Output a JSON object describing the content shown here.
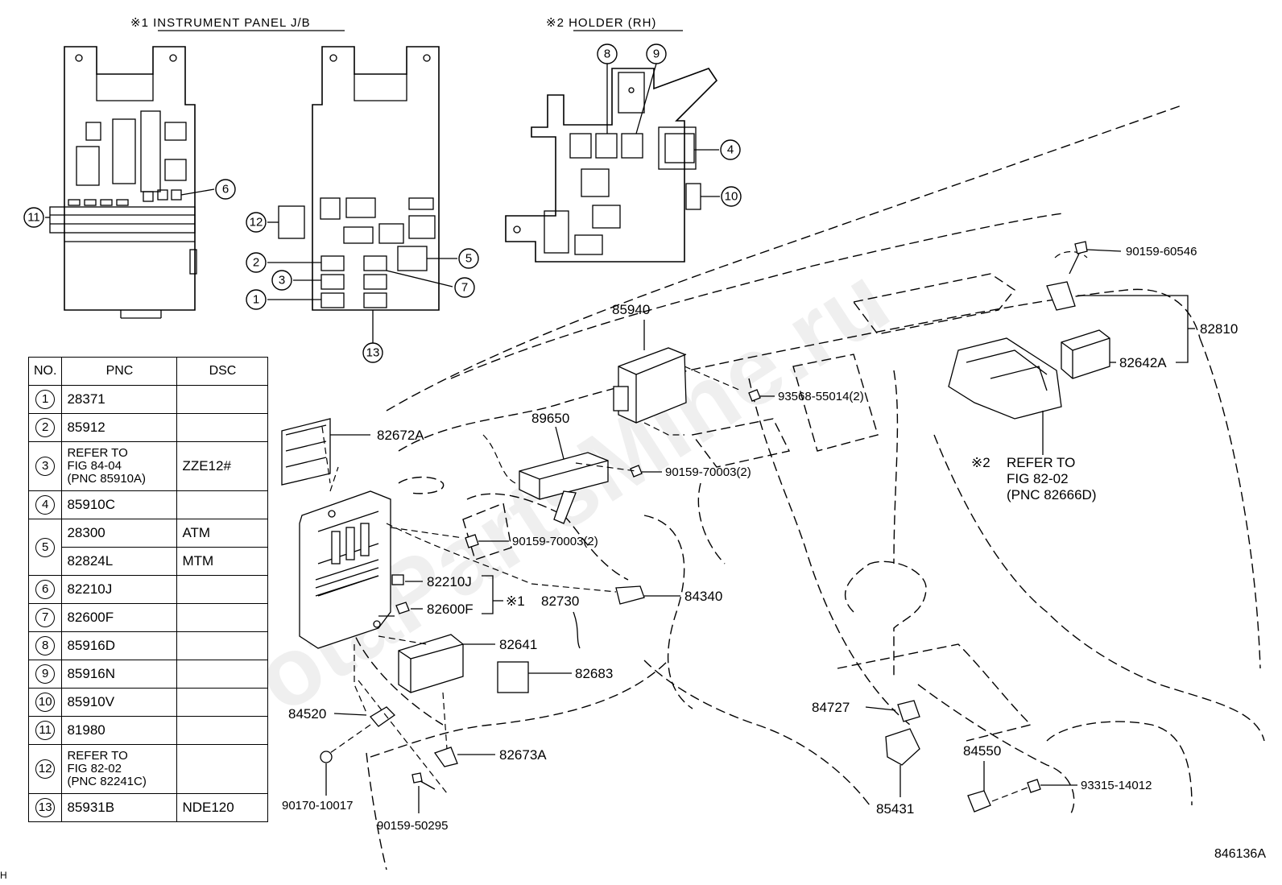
{
  "headers": {
    "instrument_panel": "※1 INSTRUMENT PANEL J/B",
    "holder": "※2 HOLDER (RH)"
  },
  "jb_callouts": [
    "1",
    "2",
    "3",
    "5",
    "6",
    "7",
    "11",
    "12",
    "13"
  ],
  "holder_callouts": [
    "4",
    "8",
    "9",
    "10"
  ],
  "part_labels": {
    "p85940": "85940",
    "p89650": "89650",
    "p82672A": "82672A",
    "p90159_70003_a": "90159-70003(2)",
    "p90159_70003_b": "90159-70003(2)",
    "p93568": "93568-55014(2)",
    "p90159_60546": "90159-60546",
    "p82810": "82810",
    "p82642A": "82642A",
    "p82210J": "82210J",
    "p82600F": "82600F",
    "mark1": "※1",
    "p82730": "82730",
    "p84340": "84340",
    "p82641": "82641",
    "p82683": "82683",
    "p84520": "84520",
    "p82673A": "82673A",
    "p90170": "90170-10017",
    "p90159_50295": "90159-50295",
    "p84727": "84727",
    "p85431": "85431",
    "p84550": "84550",
    "p93315": "93315-14012",
    "mark2": "※2",
    "refer_line1": "REFER TO",
    "refer_line2": "FIG 82-02",
    "refer_line3": "(PNC 82666D)"
  },
  "table": {
    "col_no": "NO.",
    "col_pnc": "PNC",
    "col_dsc": "DSC",
    "r1": {
      "no": "1",
      "pnc": "28371",
      "dsc": ""
    },
    "r2": {
      "no": "2",
      "pnc": "85912",
      "dsc": ""
    },
    "r3": {
      "no": "3",
      "pnc_l1": "REFER TO",
      "pnc_l2": "FIG 84-04",
      "pnc_l3": "(PNC 85910A)",
      "dsc": "ZZE12#"
    },
    "r4": {
      "no": "4",
      "pnc": "85910C",
      "dsc": ""
    },
    "r5": {
      "no": "5",
      "pnc_a": "28300",
      "dsc_a": "ATM",
      "pnc_b": "82824L",
      "dsc_b": "MTM"
    },
    "r6": {
      "no": "6",
      "pnc": "82210J",
      "dsc": ""
    },
    "r7": {
      "no": "7",
      "pnc": "82600F",
      "dsc": ""
    },
    "r8": {
      "no": "8",
      "pnc": "85916D",
      "dsc": ""
    },
    "r9": {
      "no": "9",
      "pnc": "85916N",
      "dsc": ""
    },
    "r10": {
      "no": "10",
      "pnc": "85910V",
      "dsc": ""
    },
    "r11": {
      "no": "11",
      "pnc": "81980",
      "dsc": ""
    },
    "r12": {
      "no": "12",
      "pnc_l1": "REFER TO",
      "pnc_l2": "FIG 82-02",
      "pnc_l3": "(PNC 82241C)",
      "dsc": ""
    },
    "r13": {
      "no": "13",
      "pnc": "85931B",
      "dsc": "NDE120"
    }
  },
  "figure_code": "846136A",
  "corner_mark": "H",
  "watermark": "ToyotaPartsMine.ru"
}
